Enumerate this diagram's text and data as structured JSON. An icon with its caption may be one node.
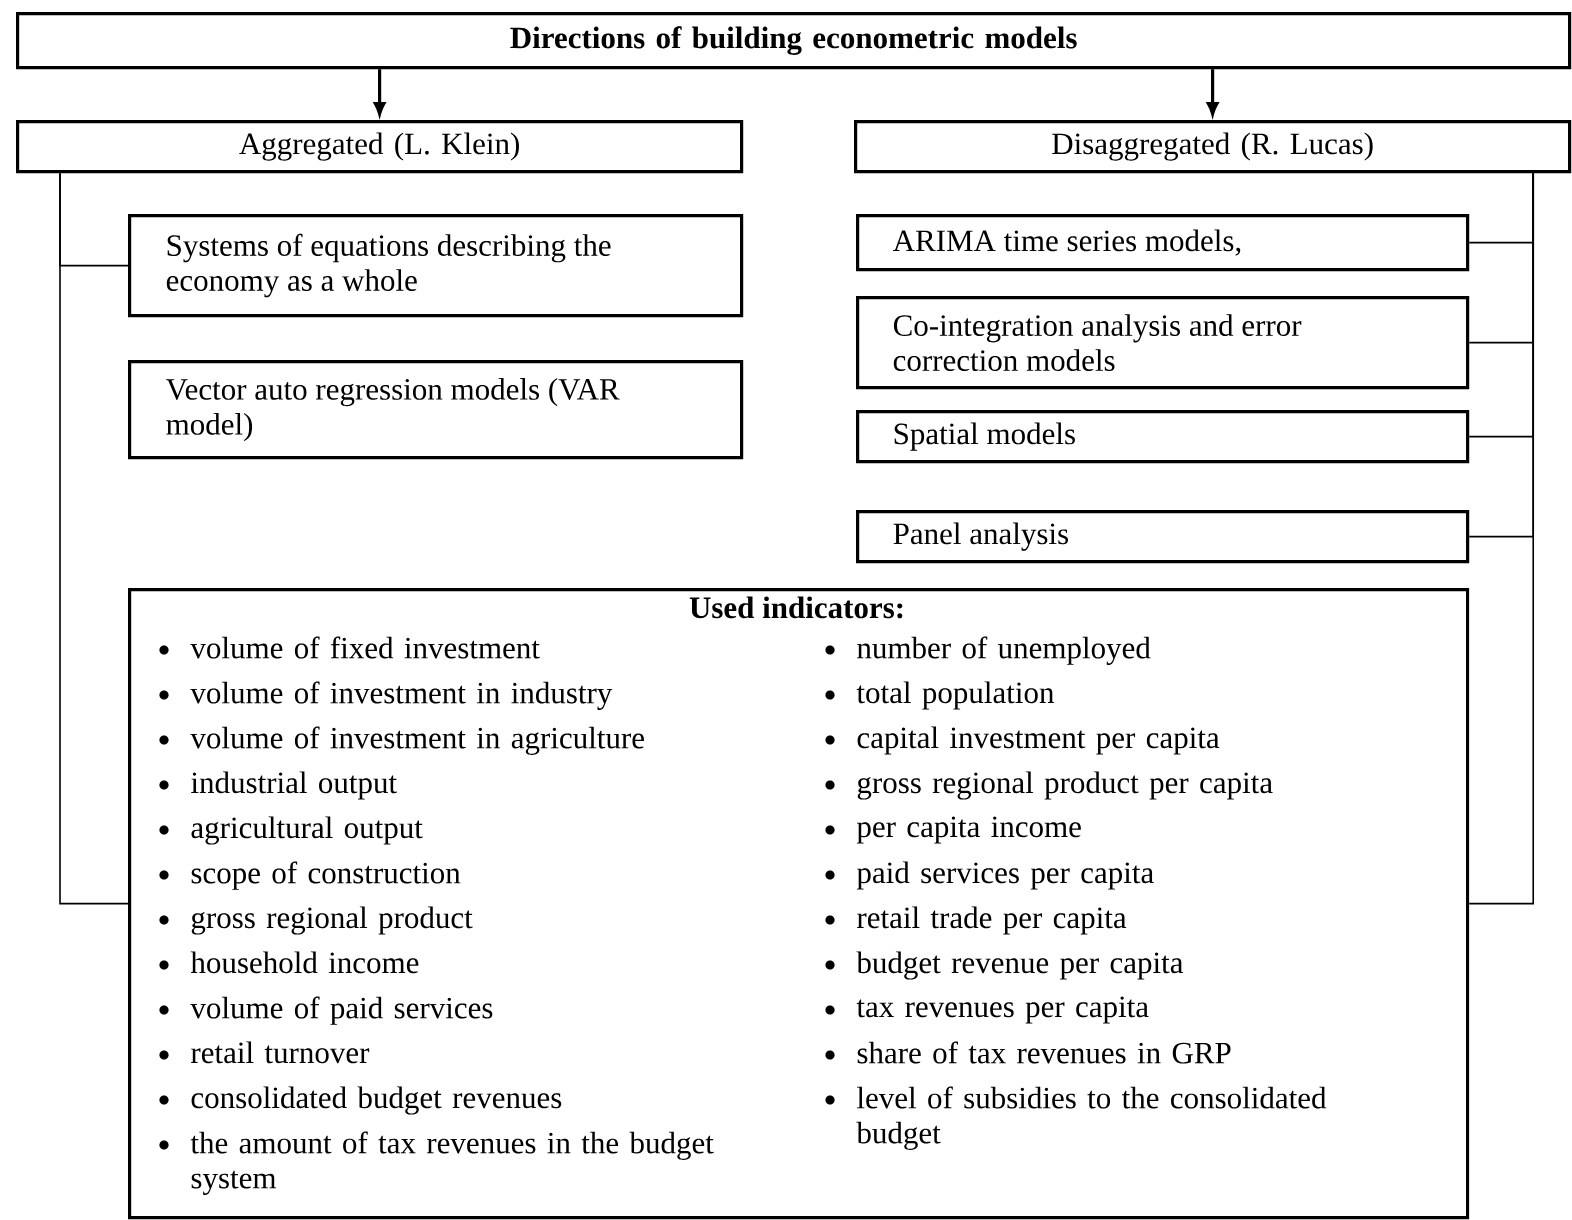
{
  "diagram": {
    "nodes": [
      {
        "text": [
          "Directions of building econometric models"
        ]
      },
      {
        "text": [
          "Aggregated (L. Klein)"
        ]
      },
      {
        "text": [
          "Disaggregated (R. Lucas)"
        ]
      },
      {
        "text": [
          "Systems of equations describing the economy as a whole"
        ]
      },
      {
        "text": [
          "Vector auto regression models (VAR model)"
        ]
      },
      {
        "text": [
          "ARIMA time series models,"
        ]
      },
      {
        "text": [
          "Co-integration analysis and error correction models"
        ]
      },
      {
        "text": [
          "Spatial models"
        ]
      },
      {
        "text": [
          "Panel analysis"
        ]
      },
      {
        "text": [
          "Used indicators:",
          "volume of fixed investment",
          "volume of investment in industry",
          "volume of investment in agriculture",
          "industrial output",
          "agricultural output",
          "scope of construction",
          "gross regional product",
          "household income",
          "volume of paid services",
          "retail turnover",
          "consolidated budget revenues",
          "the amount of tax revenues in the budget system",
          "number of unemployed",
          "total population",
          "capital investment per capita",
          "gross regional product per capita",
          "per capita income",
          "paid services per capita",
          "retail trade per capita",
          "budget revenue per capita",
          "tax revenues per capita",
          "share of tax revenues in GRP",
          "level of subsidies to the consolidated budget"
        ]
      }
    ],
    "edges": [
      {
        "from": 0,
        "to": 1,
        "arrow": "to"
      },
      {
        "from": 0,
        "to": 2,
        "arrow": "to"
      },
      {
        "from": 1,
        "to": 3,
        "arrow": "none"
      },
      {
        "from": 1,
        "to": 9,
        "arrow": "none"
      },
      {
        "from": 2,
        "to": 5,
        "arrow": "none"
      },
      {
        "from": 2,
        "to": 6,
        "arrow": "none"
      },
      {
        "from": 2,
        "to": 7,
        "arrow": "none"
      },
      {
        "from": 2,
        "to": 8,
        "arrow": "none"
      },
      {
        "from": 2,
        "to": 9,
        "arrow": "none"
      }
    ]
  }
}
